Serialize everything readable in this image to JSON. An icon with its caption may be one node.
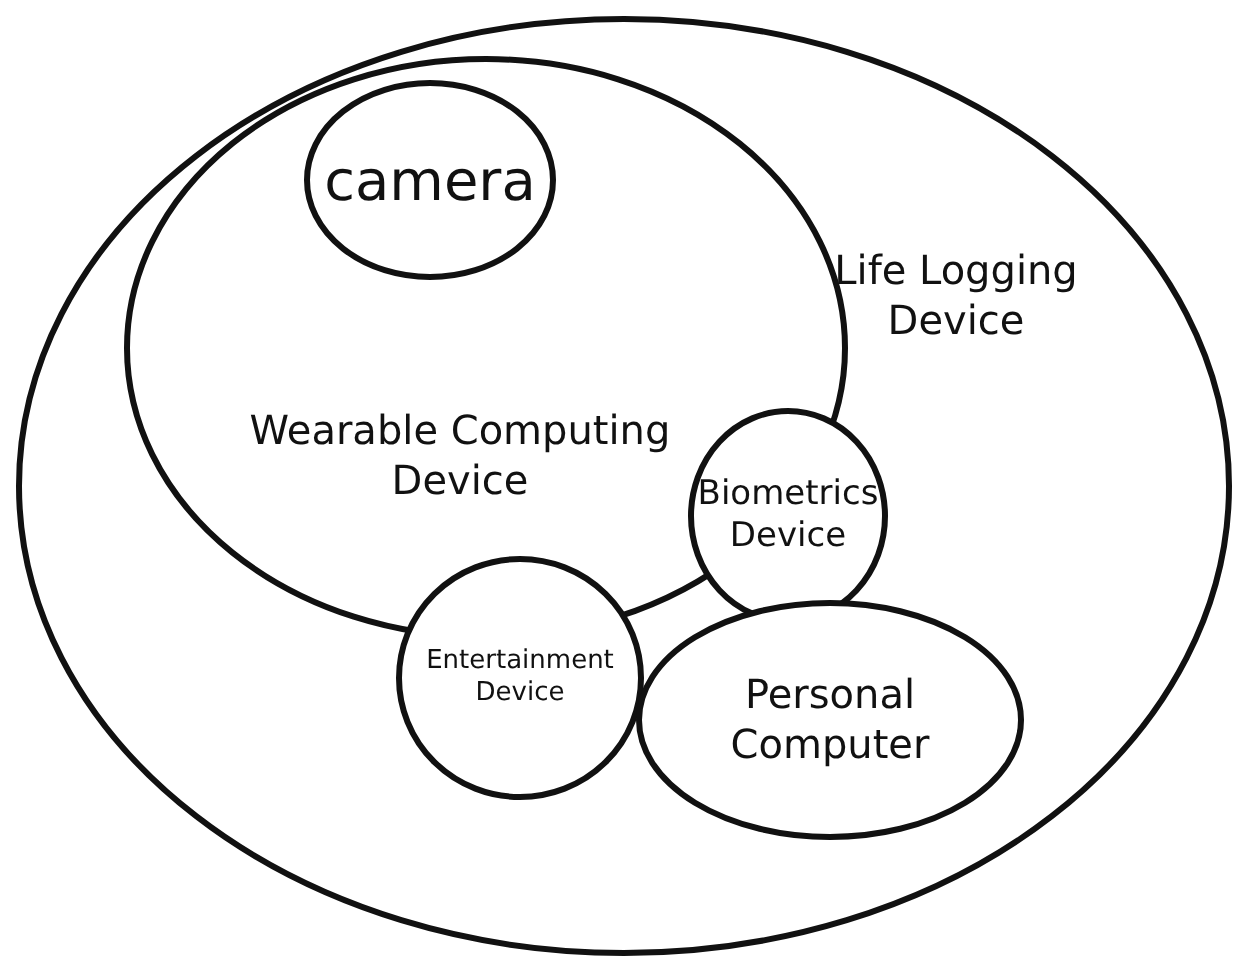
{
  "diagram": {
    "nodes": [
      {
        "text": [
          "Life Logging Device"
        ]
      },
      {
        "text": [
          "Wearable Computing Device"
        ],
        "in": 0
      },
      {
        "text": [
          "camera"
        ],
        "in": 1
      },
      {
        "text": [
          "Biometrics Device"
        ],
        "in": 0
      },
      {
        "text": [
          "Entertainment Device"
        ],
        "in": 0
      },
      {
        "text": [
          "Personal Computer"
        ],
        "in": 0
      }
    ]
  }
}
